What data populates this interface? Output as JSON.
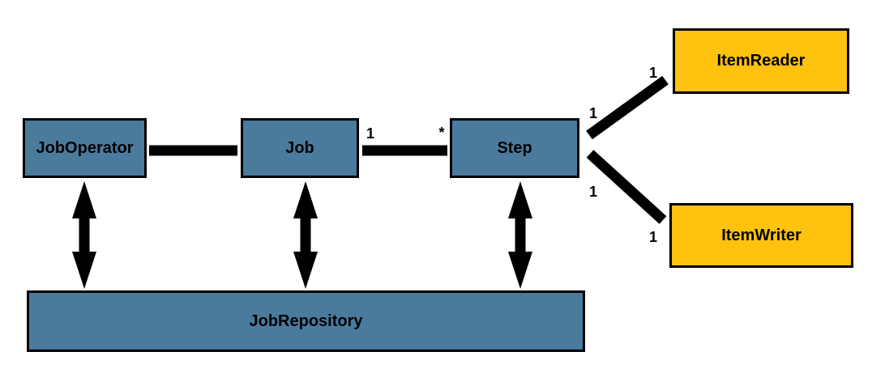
{
  "colors": {
    "node_blue": "#4A7B9C",
    "node_yellow": "#FFC20E",
    "line": "#000000",
    "background": "#FFFFFF"
  },
  "nodes": {
    "job_operator": {
      "label": "JobOperator"
    },
    "job": {
      "label": "Job"
    },
    "step": {
      "label": "Step"
    },
    "job_repository": {
      "label": "JobRepository"
    },
    "item_reader": {
      "label": "ItemReader"
    },
    "item_writer": {
      "label": "ItemWriter"
    }
  },
  "multiplicities": {
    "job_to_step_source": "1",
    "job_to_step_target": "*",
    "step_to_reader_source": "1",
    "step_to_reader_target": "1",
    "step_to_writer_source": "1",
    "step_to_writer_target": "1"
  }
}
